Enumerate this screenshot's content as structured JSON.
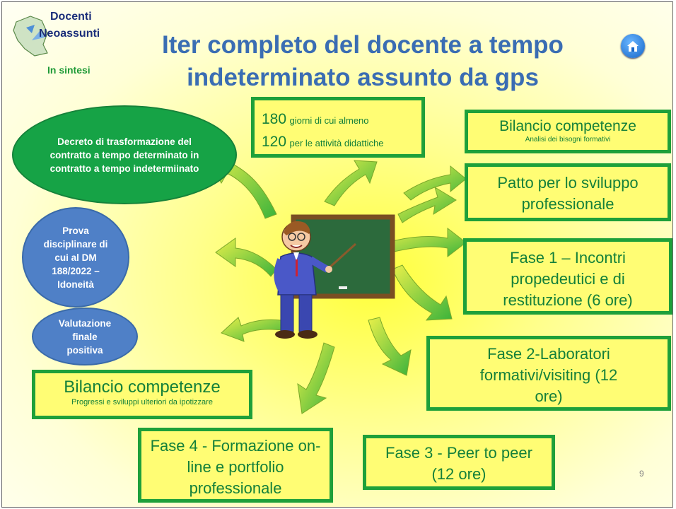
{
  "header": {
    "logo_line1": "Docenti",
    "logo_line2": "Neoassunti",
    "subtitle": "In sintesi",
    "title_line1": "Iter completo del docente a tempo",
    "title_line2": "indeterminato assunto da gps"
  },
  "left": {
    "decree": "Decreto di trasformazione del contratto a tempo determinato in contratto a tempo indetermiinato",
    "prova": "Prova disciplinare di cui al DM 188/2022 – Idoneità",
    "valutazione": "Valutazione finale positiva",
    "bilancio_final_title": "Bilancio competenze",
    "bilancio_final_sub": "Progressi e sviluppi ulteriori da ipotizzare"
  },
  "top": {
    "days_num_1": "180",
    "days_text_1": "giorni di cui almeno",
    "days_num_2": "120",
    "days_text_2": "per le attività didattiche"
  },
  "right": {
    "bilancio_title": "Bilancio competenze",
    "bilancio_sub": "Analisi dei bisogni formativi",
    "patto": "Patto per lo sviluppo professionale",
    "fase1": "Fase 1 – Incontri propedeutici e di restituzione (6 ore)",
    "fase2": "Fase 2-Laboratori formativi/visiting (12 ore)",
    "fase3": "Fase 3 - Peer to peer (12 ore)",
    "fase4": "Fase 4 - Formazione on-line e portfolio professionale"
  },
  "page_number": "9",
  "colors": {
    "title": "#3a6db3",
    "green": "#1ea03a",
    "box_fill": "#fffd74",
    "blue_oval": "#4f80c7",
    "green_oval": "#16a346"
  }
}
